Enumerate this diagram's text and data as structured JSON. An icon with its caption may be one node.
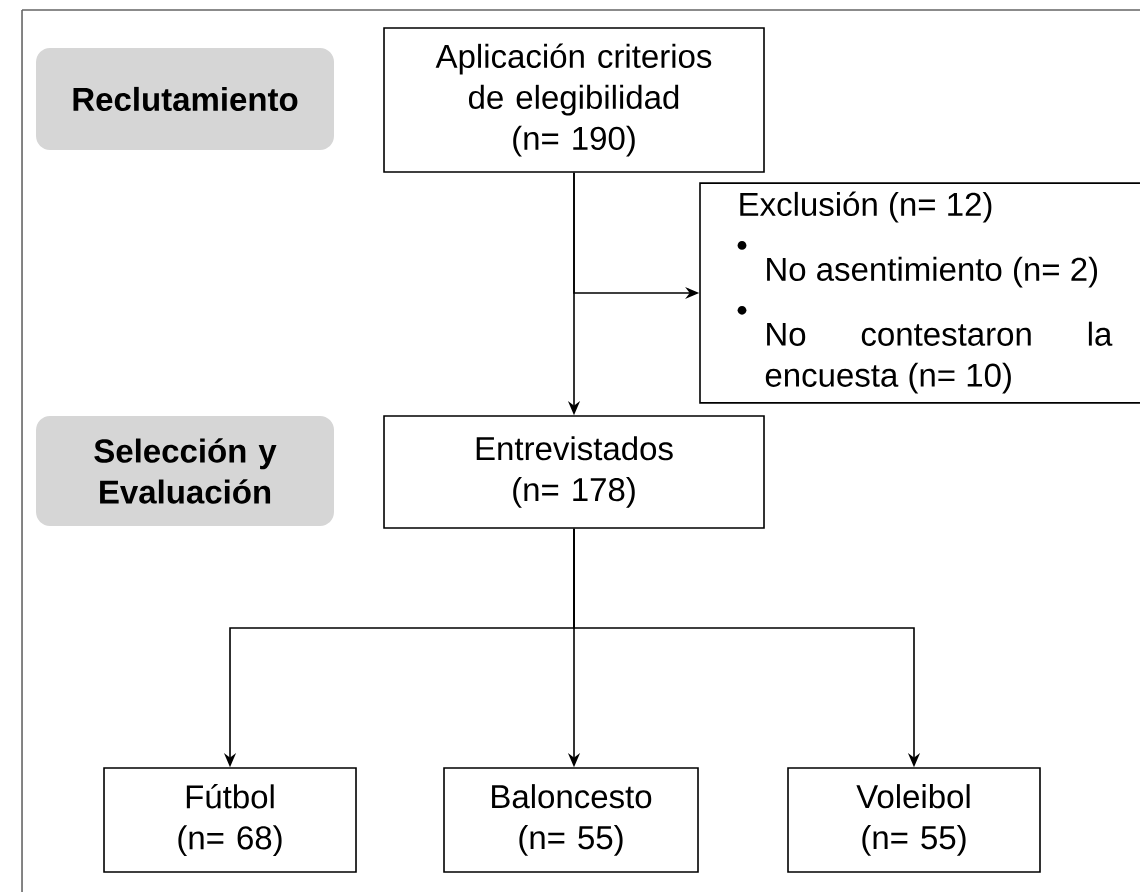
{
  "diagram": {
    "nodes": [
      {
        "text": [
          "Reclutamiento"
        ]
      },
      {
        "text": [
          "Aplicación criterios de elegibilidad",
          "(n= 190)"
        ]
      },
      {
        "text": [
          "Exclusión (n= 12)",
          "No asentimiento (n= 2)",
          "No contestaron la encuesta (n= 10)"
        ]
      },
      {
        "text": [
          "Selección y Evaluación"
        ]
      },
      {
        "text": [
          "Entrevistados",
          "(n= 178)"
        ]
      },
      {
        "text": [
          "Fútbol",
          "(n= 68)"
        ]
      },
      {
        "text": [
          "Baloncesto",
          "(n= 55)"
        ]
      },
      {
        "text": [
          "Voleibol",
          "(n= 55)"
        ]
      }
    ],
    "edges": [
      {
        "from": 1,
        "to": 4,
        "arrow": "to"
      },
      {
        "from": 1,
        "to": 2,
        "arrow": "to"
      },
      {
        "from": 4,
        "to": 5,
        "arrow": "to"
      },
      {
        "from": 4,
        "to": 6,
        "arrow": "to"
      },
      {
        "from": 4,
        "to": 7,
        "arrow": "to"
      }
    ]
  }
}
